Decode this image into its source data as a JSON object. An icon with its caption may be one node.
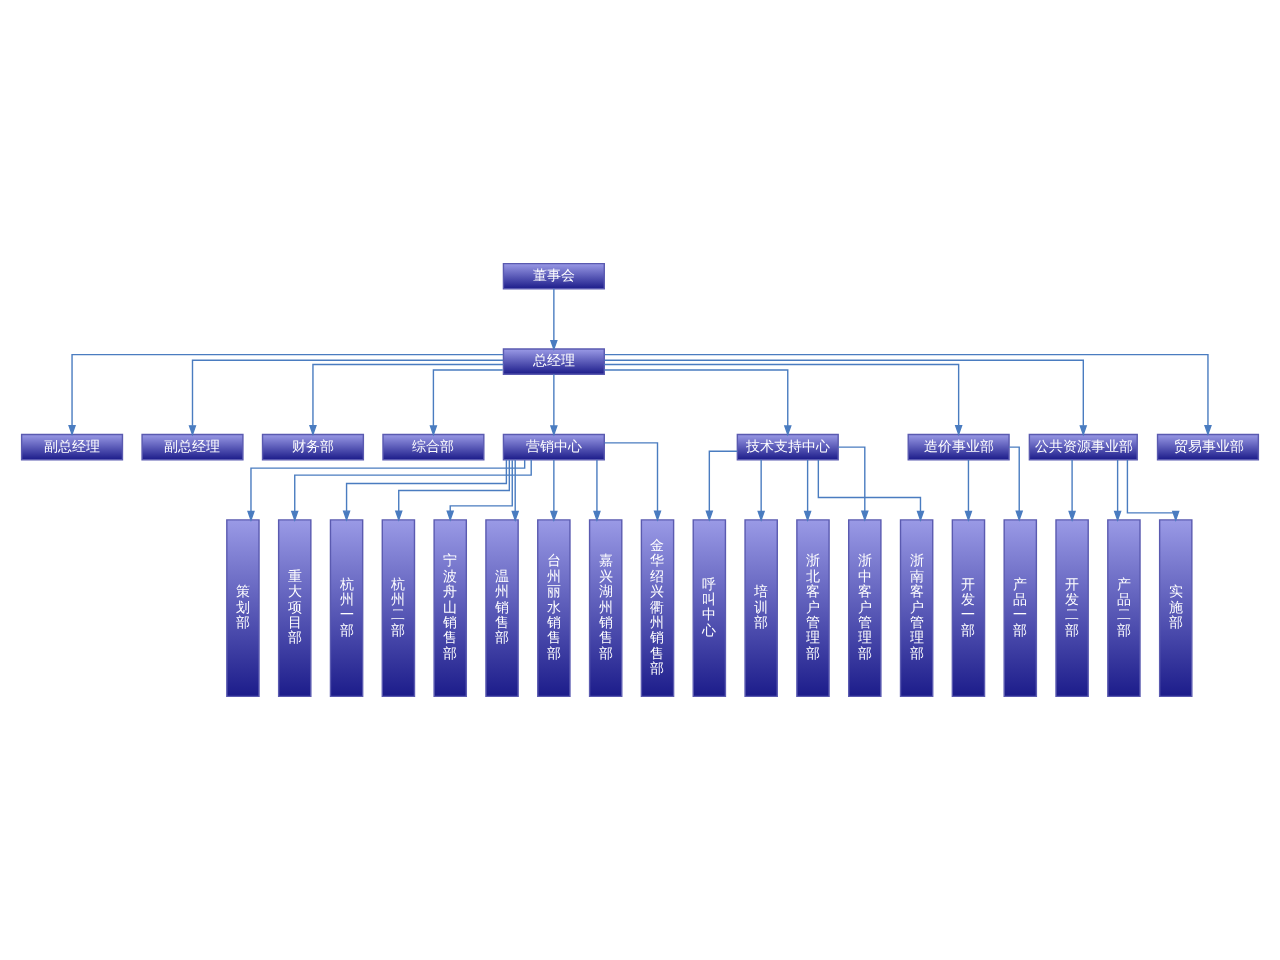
{
  "diagram": {
    "nodes": [
      {
        "text": [
          "董事会"
        ]
      },
      {
        "text": [
          "总经理"
        ]
      },
      {
        "text": [
          "副总经理"
        ]
      },
      {
        "text": [
          "副总经理"
        ]
      },
      {
        "text": [
          "财务部"
        ]
      },
      {
        "text": [
          "综合部"
        ]
      },
      {
        "text": [
          "营销中心"
        ]
      },
      {
        "text": [
          "技术支持中心"
        ]
      },
      {
        "text": [
          "造价事业部"
        ]
      },
      {
        "text": [
          "公共资源事业部"
        ]
      },
      {
        "text": [
          "贸易事业部"
        ]
      },
      {
        "text": [
          "策划部"
        ]
      },
      {
        "text": [
          "重大项目部"
        ]
      },
      {
        "text": [
          "杭州一部"
        ]
      },
      {
        "text": [
          "杭州二部"
        ]
      },
      {
        "text": [
          "宁波舟山销售部"
        ]
      },
      {
        "text": [
          "温州销售部"
        ]
      },
      {
        "text": [
          "台州丽水销售部"
        ]
      },
      {
        "text": [
          "嘉兴湖州销售部"
        ]
      },
      {
        "text": [
          "金华绍兴衢州销售部"
        ]
      },
      {
        "text": [
          "呼叫中心"
        ]
      },
      {
        "text": [
          "培训部"
        ]
      },
      {
        "text": [
          "浙北客户管理部"
        ]
      },
      {
        "text": [
          "浙中客户管理部"
        ]
      },
      {
        "text": [
          "浙南客户管理部"
        ]
      },
      {
        "text": [
          "开发一部"
        ]
      },
      {
        "text": [
          "产品一部"
        ]
      },
      {
        "text": [
          "开发二部"
        ]
      },
      {
        "text": [
          "产品二部"
        ]
      },
      {
        "text": [
          "实施部"
        ]
      }
    ],
    "edges": [
      {
        "from": 0,
        "to": 1,
        "arrow": "to"
      },
      {
        "from": 1,
        "to": 2,
        "arrow": "to"
      },
      {
        "from": 1,
        "to": 3,
        "arrow": "to"
      },
      {
        "from": 1,
        "to": 4,
        "arrow": "to"
      },
      {
        "from": 1,
        "to": 5,
        "arrow": "to"
      },
      {
        "from": 1,
        "to": 6,
        "arrow": "to"
      },
      {
        "from": 1,
        "to": 7,
        "arrow": "to"
      },
      {
        "from": 1,
        "to": 8,
        "arrow": "to"
      },
      {
        "from": 1,
        "to": 9,
        "arrow": "to"
      },
      {
        "from": 1,
        "to": 10,
        "arrow": "to"
      },
      {
        "from": 6,
        "to": 11,
        "arrow": "to"
      },
      {
        "from": 6,
        "to": 12,
        "arrow": "to"
      },
      {
        "from": 6,
        "to": 13,
        "arrow": "to"
      },
      {
        "from": 6,
        "to": 14,
        "arrow": "to"
      },
      {
        "from": 6,
        "to": 15,
        "arrow": "to"
      },
      {
        "from": 6,
        "to": 16,
        "arrow": "to"
      },
      {
        "from": 6,
        "to": 17,
        "arrow": "to"
      },
      {
        "from": 6,
        "to": 18,
        "arrow": "to"
      },
      {
        "from": 6,
        "to": 19,
        "arrow": "to"
      },
      {
        "from": 7,
        "to": 20,
        "arrow": "to"
      },
      {
        "from": 7,
        "to": 21,
        "arrow": "to"
      },
      {
        "from": 7,
        "to": 22,
        "arrow": "to"
      },
      {
        "from": 7,
        "to": 23,
        "arrow": "to"
      },
      {
        "from": 7,
        "to": 24,
        "arrow": "to"
      },
      {
        "from": 8,
        "to": 25,
        "arrow": "to"
      },
      {
        "from": 8,
        "to": 26,
        "arrow": "to"
      },
      {
        "from": 9,
        "to": 27,
        "arrow": "to"
      },
      {
        "from": 9,
        "to": 28,
        "arrow": "to"
      },
      {
        "from": 9,
        "to": 29,
        "arrow": "to"
      }
    ]
  }
}
